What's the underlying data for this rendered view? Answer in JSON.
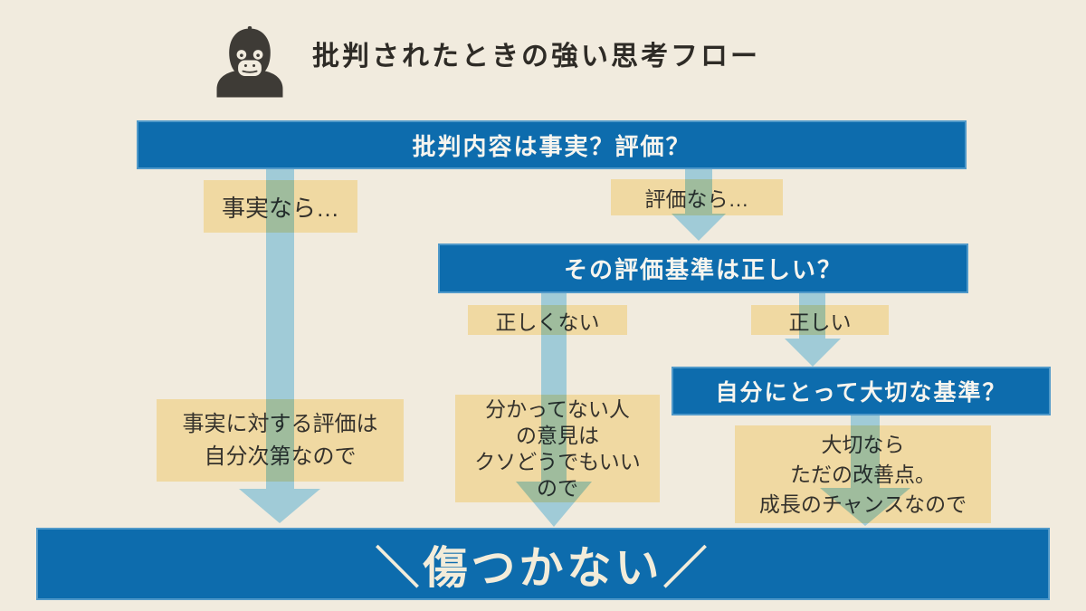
{
  "title": "批判されたときの強い思考フロー",
  "icon": "gorilla-icon",
  "colors": {
    "background": "#f1ebde",
    "banner_blue": "#0d6cad",
    "label_tan": "#f0d9a2",
    "arrow_light_blue": "#a9ddf7",
    "banner_text": "#f7f5ef",
    "body_text": "#35322c",
    "conclusion_text": "#f2ecda",
    "gorilla_dark": "#3e3b36"
  },
  "flow": {
    "question1": "批判内容は事実？評価？",
    "branch_fact_label": "事実なら…",
    "branch_eval_label": "評価なら…",
    "question2": "その評価基準は正しい？",
    "branch_not_correct_label": "正しくない",
    "branch_correct_label": "正しい",
    "question3": "自分にとって大切な基準？",
    "reason_fact": "事実に対する評価は\n自分次第なので",
    "reason_not_correct": "分かってない人\nの意見は\nクソどうでもいい\nので",
    "reason_important": "大切なら\nただの改善点。\n成長のチャンスなので",
    "conclusion": "＼傷つかない／"
  }
}
